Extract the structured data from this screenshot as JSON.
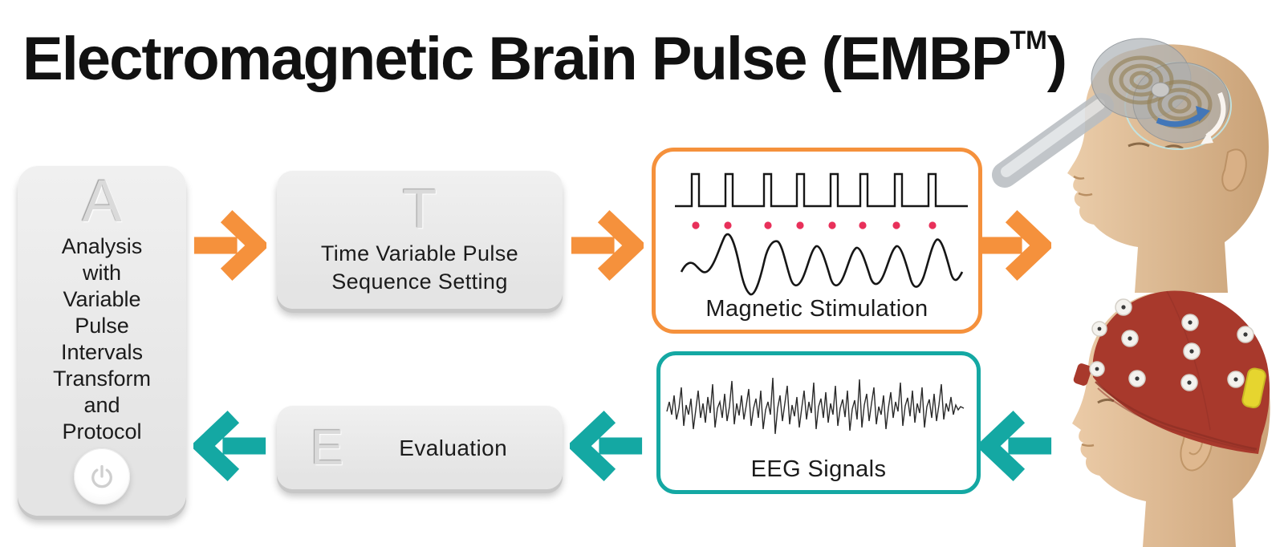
{
  "title": {
    "prefix": "Electromagnetic Brain Pulse (EMBP",
    "trademark": "TM",
    "suffix": ")"
  },
  "nodes": {
    "analysis": {
      "letter": "A",
      "lines": [
        "Analysis",
        "with",
        "Variable",
        "Pulse",
        "Intervals",
        "Transform",
        "and",
        "Protocol"
      ]
    },
    "time_setting": {
      "letter": "T",
      "lines": [
        "Time Variable Pulse",
        "Sequence Setting"
      ]
    },
    "magnetic_stimulation": {
      "label": "Magnetic Stimulation"
    },
    "eeg": {
      "label": "EEG Signals"
    },
    "evaluation": {
      "letter": "E",
      "label": "Evaluation"
    }
  },
  "flow": {
    "forward_arrow_color": "#F5913C",
    "feedback_arrow_color": "#14A8A3",
    "pulse_dot_color": "#E8305A"
  },
  "icons": {
    "power_button": "power-symbol",
    "pulse_train": "square-pulse-train",
    "stimulation_wave": "sine-wave",
    "eeg_waveform": "noisy-eeg-trace",
    "tms_head": "head-with-tms-coil",
    "eeg_head": "head-with-eeg-cap"
  },
  "illustration_colors": {
    "skin": "#DFBD9B",
    "cap_red": "#A8392C",
    "clip_yellow": "#E6D52F",
    "coil_gray": "#AEB3B7",
    "rotation_arrow_blue": "#2E6FBF"
  }
}
